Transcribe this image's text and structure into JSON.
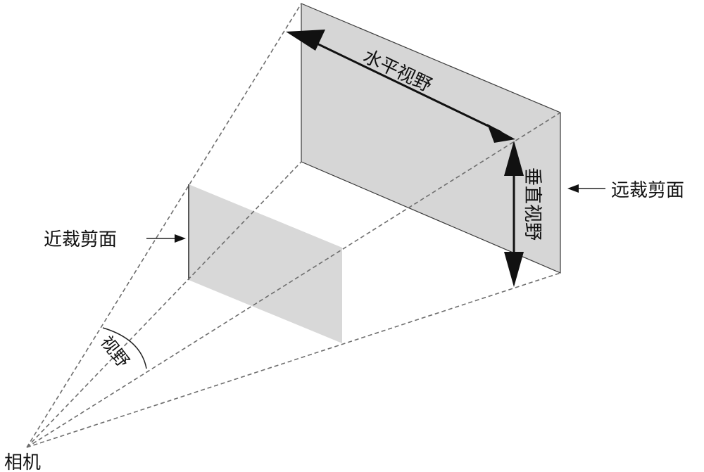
{
  "labels": {
    "horizontal_fov": "水平视野",
    "vertical_fov": "垂直视野",
    "far_clip": "远裁剪面",
    "near_clip": "近裁剪面",
    "fov": "视野",
    "camera": "相机"
  },
  "colors": {
    "plane_fill": "#d6d6d6",
    "line": "#111111",
    "dashed": "#6e6e6e"
  }
}
